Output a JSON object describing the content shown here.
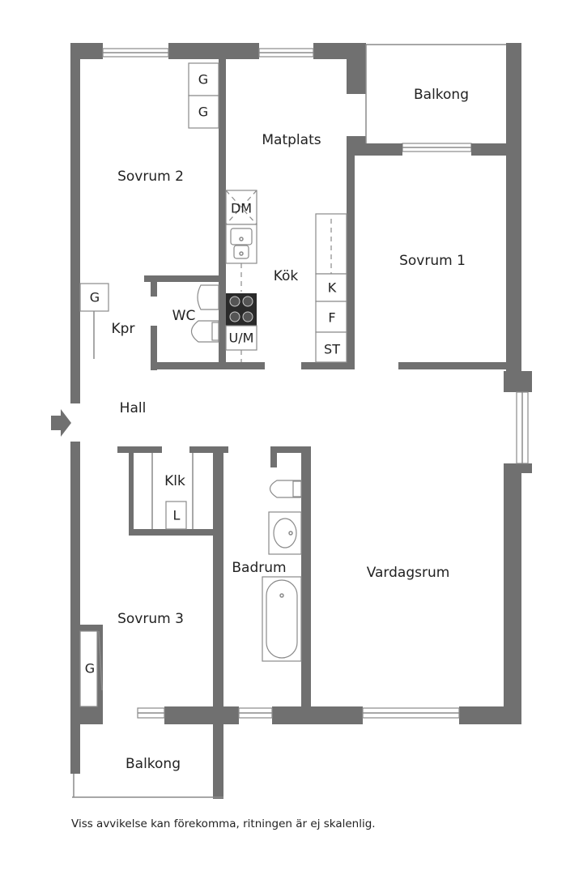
{
  "rooms": {
    "balkong_top": "Balkong",
    "matplats": "Matplats",
    "sovrum2": "Sovrum 2",
    "sovrum1": "Sovrum 1",
    "kok": "Kök",
    "wc": "WC",
    "kpr": "Kpr",
    "hall": "Hall",
    "klk": "Klk",
    "badrum": "Badrum",
    "vardagsrum": "Vardagsrum",
    "sovrum3": "Sovrum 3",
    "balkong_bottom": "Balkong"
  },
  "fixtures": {
    "g1": "G",
    "g2": "G",
    "dm": "DM",
    "k": "K",
    "f": "F",
    "st": "ST",
    "um": "U/M",
    "g_kpr": "G",
    "l": "L",
    "g_sov3": "G"
  },
  "disclaimer": "Viss avvikelse kan förekomma, ritningen är ej skalenlig."
}
